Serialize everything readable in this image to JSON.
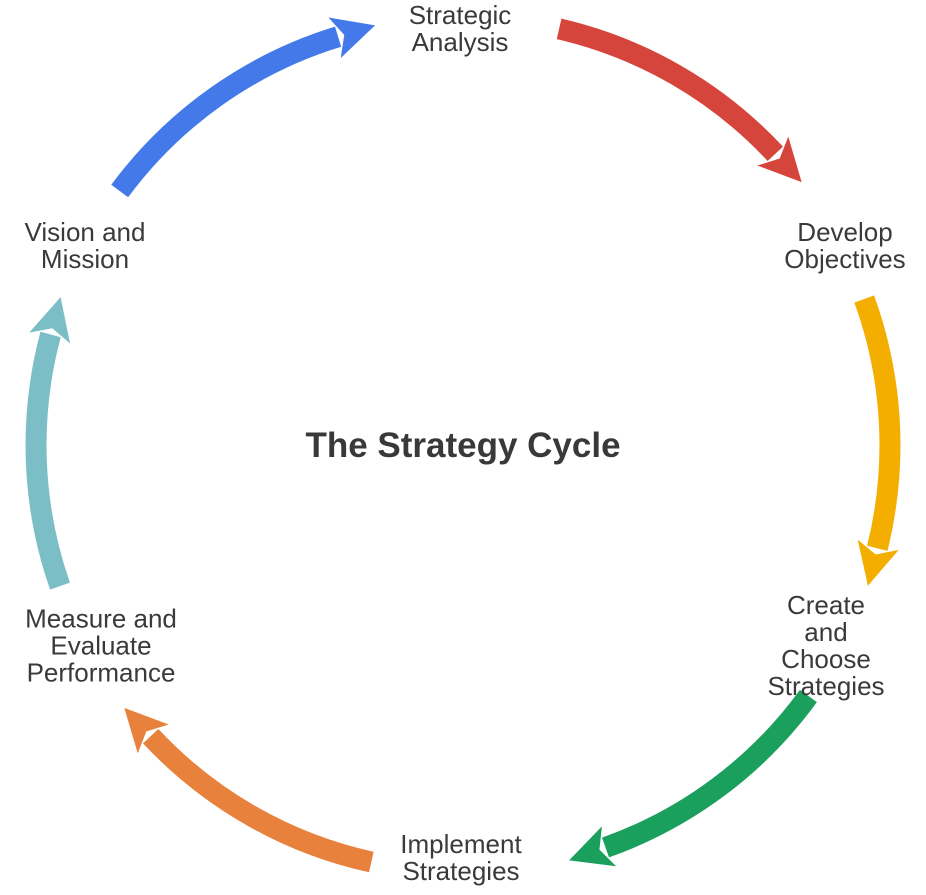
{
  "title": "The Strategy Cycle",
  "stages": [
    {
      "id": "strategic-analysis",
      "label": "Strategic\nAnalysis"
    },
    {
      "id": "develop-objectives",
      "label": "Develop\nObjectives"
    },
    {
      "id": "create-and-choose-strategies",
      "label": "Create and\nChoose\nStrategies"
    },
    {
      "id": "implement-strategies",
      "label": "Implement\nStrategies"
    },
    {
      "id": "measure-evaluate-performance",
      "label": "Measure and\nEvaluate\nPerformance"
    },
    {
      "id": "vision-and-mission",
      "label": "Vision and\nMission"
    }
  ],
  "arrows": [
    {
      "name": "vision-to-analysis",
      "color": "#4379E8"
    },
    {
      "name": "analysis-to-objectives",
      "color": "#D6453C"
    },
    {
      "name": "objectives-to-strategies",
      "color": "#F3AE00"
    },
    {
      "name": "strategies-to-implement",
      "color": "#1A9F5C"
    },
    {
      "name": "implement-to-measure",
      "color": "#E8813C"
    },
    {
      "name": "measure-to-vision",
      "color": "#7CBEC6"
    }
  ],
  "colors": {
    "text": "#3A3A3C",
    "background": "#FFFFFF"
  }
}
